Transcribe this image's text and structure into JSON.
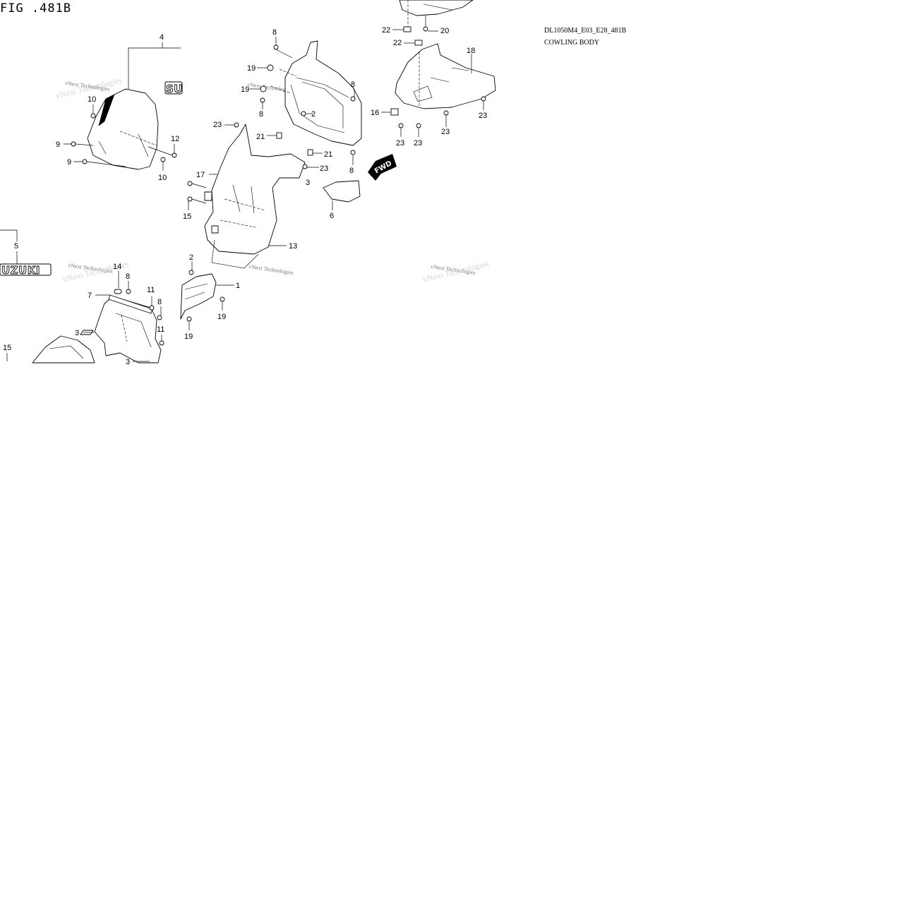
{
  "figure": {
    "title": "FIG .481B",
    "code": "DL1050M4_E03_E28_481B",
    "name": "COWLING BODY"
  },
  "watermark": {
    "text": "vNext Technologies"
  },
  "logos": {
    "brand_full": "SUZUKI",
    "brand_partial": "UZUKI",
    "brand_fragment": "SU"
  },
  "direction_marker": {
    "label": "FWD"
  },
  "callouts": [
    {
      "key": "c4",
      "label": "4"
    },
    {
      "key": "c10a",
      "label": "10"
    },
    {
      "key": "c9a",
      "label": "9"
    },
    {
      "key": "c9b",
      "label": "9"
    },
    {
      "key": "c12",
      "label": "12"
    },
    {
      "key": "c10b",
      "label": "10"
    },
    {
      "key": "c8a",
      "label": "8"
    },
    {
      "key": "c19a",
      "label": "19"
    },
    {
      "key": "c19b",
      "label": "19"
    },
    {
      "key": "c8b",
      "label": "8"
    },
    {
      "key": "c2a",
      "label": "2"
    },
    {
      "key": "c8c",
      "label": "8"
    },
    {
      "key": "c23a",
      "label": "23"
    },
    {
      "key": "c21a",
      "label": "21"
    },
    {
      "key": "c21b",
      "label": "21"
    },
    {
      "key": "c23b",
      "label": "23"
    },
    {
      "key": "c8d",
      "label": "8"
    },
    {
      "key": "c17",
      "label": "17"
    },
    {
      "key": "c15a",
      "label": "15"
    },
    {
      "key": "c13",
      "label": "13"
    },
    {
      "key": "c6",
      "label": "6"
    },
    {
      "key": "c3a",
      "label": "3"
    },
    {
      "key": "c22a",
      "label": "22"
    },
    {
      "key": "c20",
      "label": "20"
    },
    {
      "key": "c22b",
      "label": "22"
    },
    {
      "key": "c18",
      "label": "18"
    },
    {
      "key": "c16",
      "label": "16"
    },
    {
      "key": "c23c",
      "label": "23"
    },
    {
      "key": "c23d",
      "label": "23"
    },
    {
      "key": "c23e",
      "label": "23"
    },
    {
      "key": "c23f",
      "label": "23"
    },
    {
      "key": "c5",
      "label": "5"
    },
    {
      "key": "c14",
      "label": "14"
    },
    {
      "key": "c8e",
      "label": "8"
    },
    {
      "key": "c7",
      "label": "7"
    },
    {
      "key": "c11a",
      "label": "11"
    },
    {
      "key": "c8f",
      "label": "8"
    },
    {
      "key": "c11b",
      "label": "11"
    },
    {
      "key": "c3b",
      "label": "3"
    },
    {
      "key": "c3c",
      "label": "3"
    },
    {
      "key": "c15b",
      "label": "15"
    },
    {
      "key": "c2b",
      "label": "2"
    },
    {
      "key": "c1",
      "label": "1"
    },
    {
      "key": "c19c",
      "label": "19"
    },
    {
      "key": "c19d",
      "label": "19"
    }
  ]
}
